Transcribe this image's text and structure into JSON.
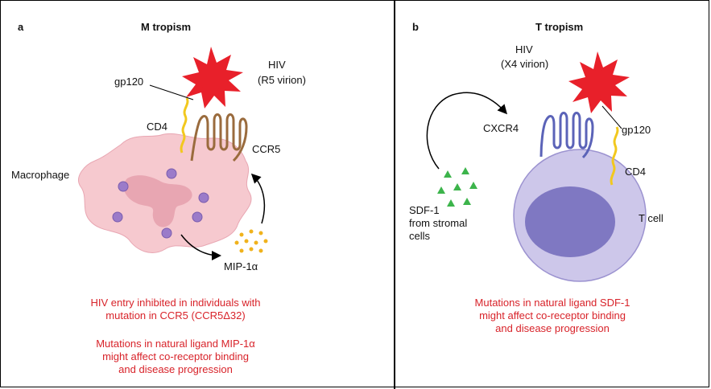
{
  "panel_a": {
    "letter": "a",
    "title": "M tropism",
    "virus_label_1": "HIV",
    "virus_label_2": "(R5 virion)",
    "gp120": "gp120",
    "cd4": "CD4",
    "ccr5": "CCR5",
    "macrophage": "Macrophage",
    "ligand": "MIP-1α",
    "caption_1": "HIV entry inhibited in individuals with",
    "caption_2": "mutation in CCR5 (CCR5Δ32)",
    "caption_3": "Mutations in natural ligand MIP-1α",
    "caption_4": "might affect co-receptor binding",
    "caption_5": "and disease progression"
  },
  "panel_b": {
    "letter": "b",
    "title": "T tropism",
    "virus_label_1": "HIV",
    "virus_label_2": "(X4 virion)",
    "gp120": "gp120",
    "cxcr4": "CXCR4",
    "cd4": "CD4",
    "ligand_1": "SDF-1",
    "ligand_2": "from stromal",
    "ligand_3": "cells",
    "tcell": "T cell",
    "caption_1": "Mutations in natural ligand SDF-1",
    "caption_2": "might affect co-receptor binding",
    "caption_3": "and disease progression"
  },
  "colors": {
    "virus": "#e8202a",
    "cd4": "#f2c81e",
    "ccr5": "#9a6b3d",
    "cxcr4": "#5b63b8",
    "macrophage": "#f6c9cf",
    "nucleus": "#e8a6b2",
    "vesicle": "#9b7bc9",
    "tcell": "#cdc7ea",
    "tcell_nucleus": "#7f78c2",
    "ligand_a": "#f0b21c",
    "ligand_b": "#3cb44b",
    "caption": "#d8232a"
  }
}
